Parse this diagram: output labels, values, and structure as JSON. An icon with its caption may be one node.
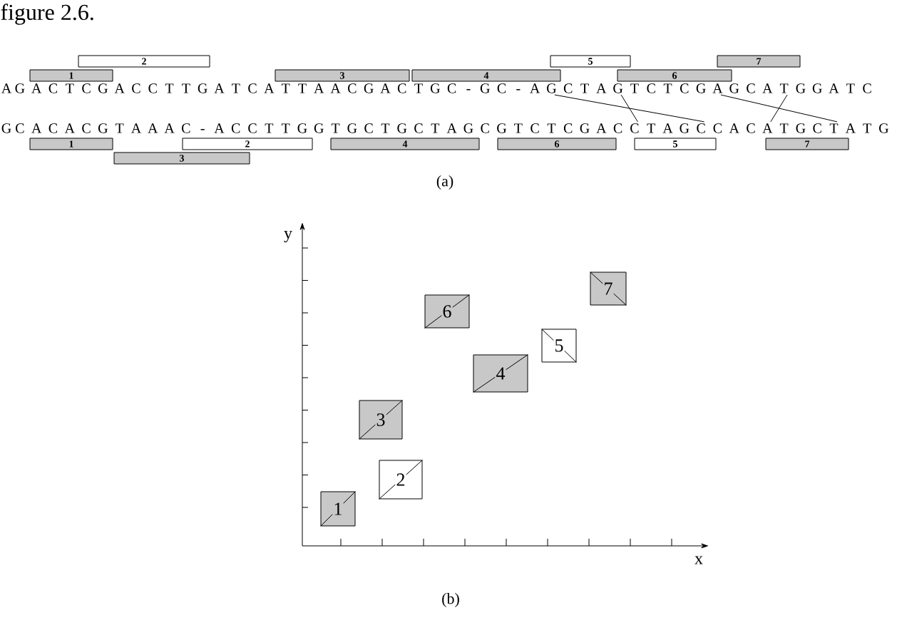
{
  "diagram": {
    "nodes": [
      {
        "text": [
          "2"
        ]
      },
      {
        "text": [
          "5"
        ]
      },
      {
        "text": [
          "7"
        ]
      },
      {
        "text": [
          "1"
        ]
      },
      {
        "text": [
          "3"
        ]
      },
      {
        "text": [
          "4"
        ]
      },
      {
        "text": [
          "6"
        ]
      },
      {
        "text": [
          "A G A C T C G A C C T T G A T C A T T A A C G A C T G C - G C - A G C T A G T C T C G A G C A T G G A T C"
        ]
      },
      {
        "text": [
          "G C A C A C G T A A A C - A C C T T G G T G C T G C T A G C G T C T C G A C C T A G C C A C A T G C T A T G"
        ]
      },
      {
        "text": [
          "1"
        ]
      },
      {
        "text": [
          "2"
        ]
      },
      {
        "text": [
          "4"
        ]
      },
      {
        "text": [
          "6"
        ]
      },
      {
        "text": [
          "5"
        ]
      },
      {
        "text": [
          "7"
        ]
      },
      {
        "text": [
          "3"
        ]
      },
      {
        "text": [
          "1"
        ]
      },
      {
        "text": [
          "2"
        ]
      },
      {
        "text": [
          "3"
        ]
      },
      {
        "text": [
          "4"
        ]
      },
      {
        "text": [
          "5"
        ]
      },
      {
        "text": [
          "6"
        ]
      },
      {
        "text": [
          "7"
        ]
      }
    ],
    "edges": [
      {
        "from": 7,
        "to": 8,
        "arrow": "none"
      },
      {
        "from": 7,
        "to": 8,
        "arrow": "none"
      },
      {
        "from": 7,
        "to": 8,
        "arrow": "none"
      },
      {
        "from": 7,
        "to": 8,
        "arrow": "none"
      }
    ],
    "labels": [
      "figure 2.6.",
      "(a)",
      "y",
      "x",
      "(b)"
    ]
  }
}
